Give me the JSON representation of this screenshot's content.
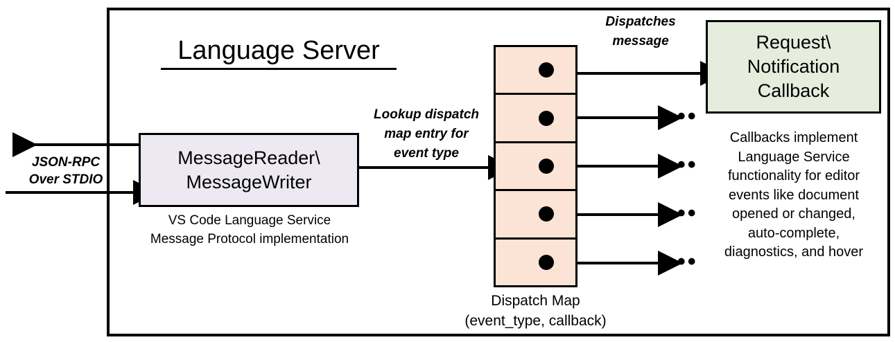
{
  "diagram": {
    "title": "Language Server",
    "colors": {
      "outline": "#000000",
      "message_box_fill": "#EDE9F2",
      "dispatch_cell_fill": "#FBE4D5",
      "callback_box_fill": "#E6EDDC",
      "background": "#FFFFFF"
    }
  },
  "io": {
    "label_line1": "JSON-RPC",
    "label_line2": "Over STDIO",
    "outbound_arrow": "arrow-left-icon",
    "inbound_arrow": "arrow-right-icon"
  },
  "message_box": {
    "line1": "MessageReader\\",
    "line2": "MessageWriter",
    "caption_line1": "VS Code Language Service",
    "caption_line2": "Message Protocol implementation"
  },
  "lookup": {
    "line1": "Lookup dispatch",
    "line2": "map entry for",
    "line3": "event type"
  },
  "dispatch_map": {
    "caption_line1": "Dispatch Map",
    "caption_line2": "(event_type, callback)",
    "cells": [
      {
        "index": 0,
        "dot": "dispatch-entry-dot"
      },
      {
        "index": 1,
        "dot": "dispatch-entry-dot"
      },
      {
        "index": 2,
        "dot": "dispatch-entry-dot"
      },
      {
        "index": 3,
        "dot": "dispatch-entry-dot"
      },
      {
        "index": 4,
        "dot": "dispatch-entry-dot"
      }
    ]
  },
  "dispatches": {
    "line1": "Dispatches",
    "line2": "message"
  },
  "callback_box": {
    "line1": "Request\\",
    "line2": "Notification",
    "line3": "Callback",
    "caption_line1": "Callbacks implement",
    "caption_line2": "Language Service",
    "caption_line3": "functionality for editor",
    "caption_line4": "events like document",
    "caption_line5": "opened or changed,",
    "caption_line6": "auto-complete,",
    "caption_line7": "diagnostics, and hover"
  },
  "ellipses": {
    "glyph": "•••"
  }
}
